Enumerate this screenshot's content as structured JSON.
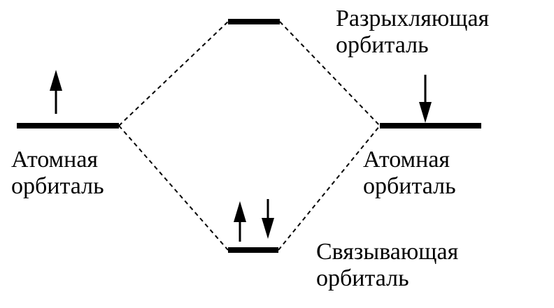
{
  "labels": {
    "atomic_left": [
      "Атомная",
      "орбиталь"
    ],
    "atomic_right": [
      "Атомная",
      "орбиталь"
    ],
    "antibonding": [
      "Разрыхляющая",
      "орбиталь"
    ],
    "bonding": [
      "Связывающая",
      "орбиталь"
    ]
  },
  "electrons": {
    "atomic_left": [
      "up"
    ],
    "atomic_right": [
      "down"
    ],
    "antibonding": [],
    "bonding": [
      "up",
      "down"
    ]
  },
  "colors": {
    "line": "#000000",
    "background": "#ffffff"
  }
}
